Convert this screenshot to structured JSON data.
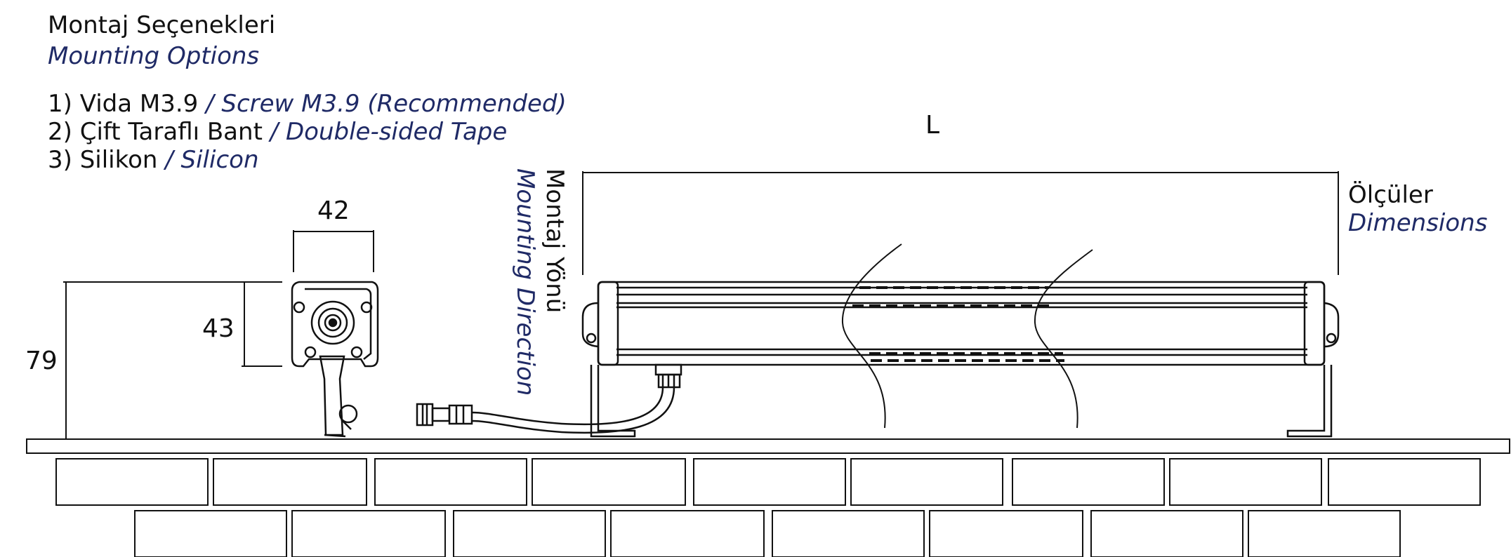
{
  "header": {
    "title_tr": "Montaj Seçenekleri",
    "title_en": "Mounting Options"
  },
  "options": [
    {
      "tr": "1) Vida M3.9",
      "en": " / Screw M3.9 (Recommended)"
    },
    {
      "tr": "2) Çift Taraflı Bant",
      "en": " / Double-sided Tape"
    },
    {
      "tr": "3) Silikon",
      "en": " / Silicon"
    }
  ],
  "dimensions": {
    "width": "42",
    "height_body": "43",
    "height_total": "79",
    "length": "L"
  },
  "mounting_direction": {
    "tr": "Montaj Yönü",
    "en": "Mounting Direction"
  },
  "dimensions_label": {
    "tr": "Ölçüler",
    "en": "Dimensions"
  },
  "colors": {
    "line": "#111111",
    "accent": "#1f2a66"
  }
}
